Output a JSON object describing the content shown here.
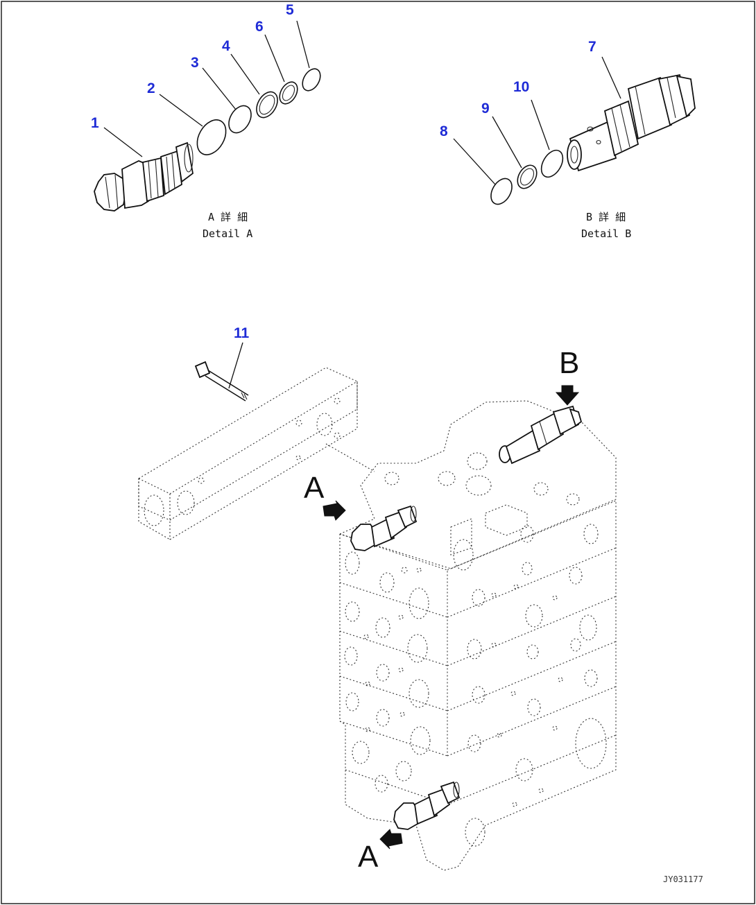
{
  "callouts": [
    {
      "id": "1",
      "label": "1"
    },
    {
      "id": "2",
      "label": "2"
    },
    {
      "id": "3",
      "label": "3"
    },
    {
      "id": "4",
      "label": "4"
    },
    {
      "id": "5",
      "label": "5"
    },
    {
      "id": "6",
      "label": "6"
    },
    {
      "id": "7",
      "label": "7"
    },
    {
      "id": "8",
      "label": "8"
    },
    {
      "id": "9",
      "label": "9"
    },
    {
      "id": "10",
      "label": "10"
    },
    {
      "id": "11",
      "label": "11"
    }
  ],
  "detail_a": {
    "jp": "A 詳 細",
    "en": "Detail A"
  },
  "detail_b": {
    "jp": "B 詳 細",
    "en": "Detail B"
  },
  "view_markers": {
    "a_upper": "A",
    "a_lower": "A",
    "b": "B"
  },
  "drawing_code": "JY031177",
  "colors": {
    "callout": "#1e2bd6",
    "line": "#111111"
  }
}
